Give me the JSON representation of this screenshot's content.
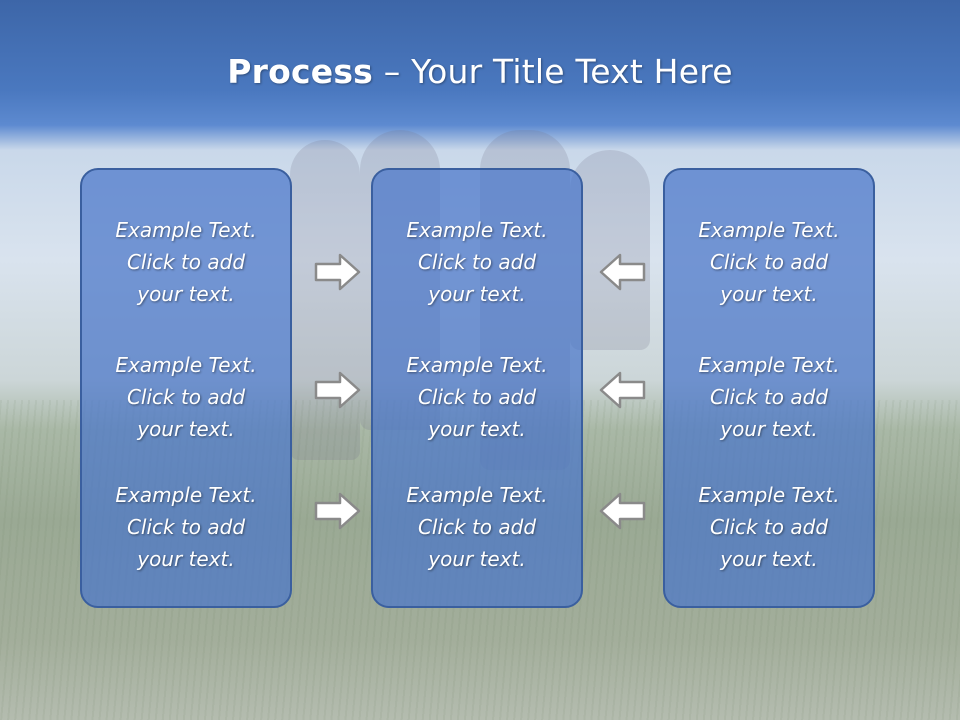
{
  "title": {
    "bold": "Process",
    "rest": " – Your Title Text Here"
  },
  "columns": [
    {
      "items": [
        [
          "Example Text.",
          "Click  to add",
          "your text."
        ],
        [
          "Example Text.",
          "Click  to add",
          "your text."
        ],
        [
          "Example Text.",
          "Click  to add",
          "your text."
        ]
      ]
    },
    {
      "items": [
        [
          "Example Text.",
          "Click  to add",
          "your text."
        ],
        [
          "Example Text.",
          "Click  to add",
          "your text."
        ],
        [
          "Example Text.",
          "Click  to add",
          "your text."
        ]
      ]
    },
    {
      "items": [
        [
          "Example Text.",
          "Click  to add",
          "your text."
        ],
        [
          "Example Text.",
          "Click  to add",
          "your text."
        ],
        [
          "Example Text.",
          "Click  to add",
          "your text."
        ]
      ]
    }
  ],
  "arrows": {
    "left_group": "arrow-right-icon",
    "right_group": "arrow-left-icon"
  },
  "colors": {
    "box_fill": "#4a76c9",
    "box_border": "#3a5f9f",
    "header": "#4a78bf"
  }
}
